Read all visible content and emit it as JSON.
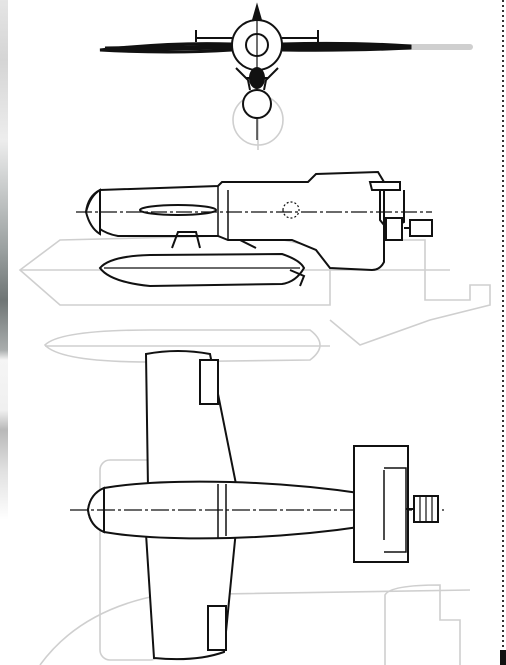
{
  "figure": {
    "views": [
      {
        "id": "front",
        "role": "front view"
      },
      {
        "id": "side",
        "role": "side view"
      },
      {
        "id": "top",
        "role": "top view"
      }
    ],
    "colors": {
      "ink": "#111111",
      "ghost": "#cccccc",
      "fill": "#ffffff"
    }
  }
}
